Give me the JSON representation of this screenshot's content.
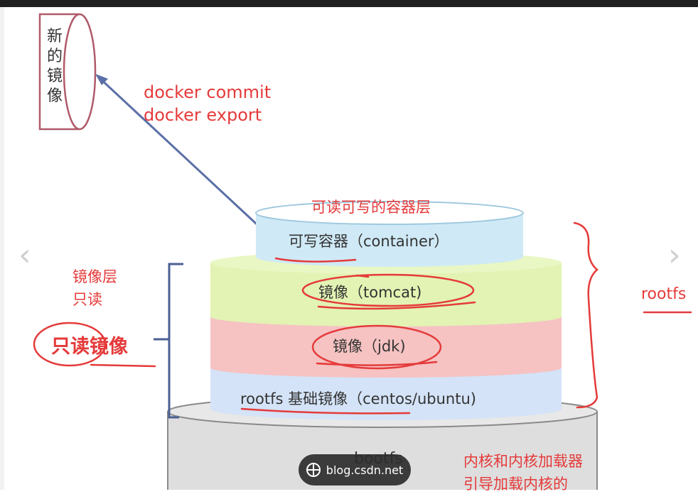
{
  "new_image_label": "新的镜像",
  "commands": [
    "docker commit",
    "docker export"
  ],
  "container_layer_caption": "可读可写的容器层",
  "layers": {
    "container": "可写容器（container）",
    "tomcat": "镜像（tomcat)",
    "jdk": "镜像（jdk)",
    "rootfs_base": "rootfs 基础镜像（centos/ubuntu)",
    "bootfs": "bootfs"
  },
  "image_layer_note": [
    "镜像层",
    "只读"
  ],
  "readonly_image_label": "只读镜像",
  "rootfs_label": "rootfs",
  "kernel_note": [
    "内核和内核加载器",
    "引导加载内核的"
  ],
  "nav": {
    "prev": "‹",
    "next": "›"
  },
  "watermark": "blog.csdn.net",
  "colors": {
    "container": "#cfe9f6",
    "tomcat": "#e2f3b3",
    "jdk": "#f6c2c2",
    "rootfs": "#d4e3f7",
    "bootfs": "#dedede",
    "annotation_red": "#e53a3a",
    "arrow": "#5b6fa6"
  }
}
